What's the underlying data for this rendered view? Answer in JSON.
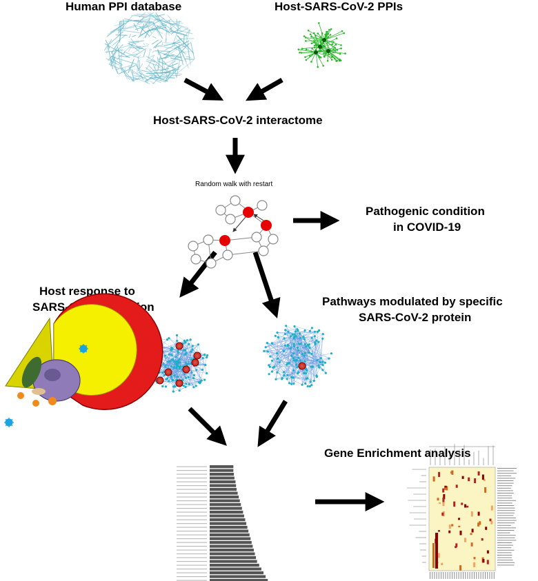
{
  "labels": {
    "human_ppi": "Human PPI database",
    "host_ppi": "Host-SARS-CoV-2 PPIs",
    "interactome": "Host-SARS-CoV-2 interactome",
    "rwr": "Random walk with restart",
    "pathogenic_1": "Pathogenic condition",
    "pathogenic_2": "in COVID-19",
    "host_response_1": "Host response to",
    "host_response_2": "SARS-CoV-2 infection",
    "pathways_1": "Pathways modulated by specific",
    "pathways_2": "SARS-CoV-2 protein",
    "gene_enrichment": "Gene Enrichment analysis"
  },
  "colors": {
    "ppi_blue": "#5fb3c7",
    "ppi_green": "#2db82d",
    "node_red": "#e60000",
    "cell_red": "#e31b1b",
    "cell_yellow": "#f5f000",
    "nucleus_purple": "#8e7bb8",
    "network_blue": "#3a7fd6",
    "heatmap_bg": "#fbf5c4",
    "heatmap_dark": "#8b0000",
    "bar_gray": "#555555"
  },
  "icons": [
    "arrow-icon",
    "cell-icon",
    "virus-icon",
    "network-icon",
    "barchart-icon",
    "heatmap-icon"
  ]
}
